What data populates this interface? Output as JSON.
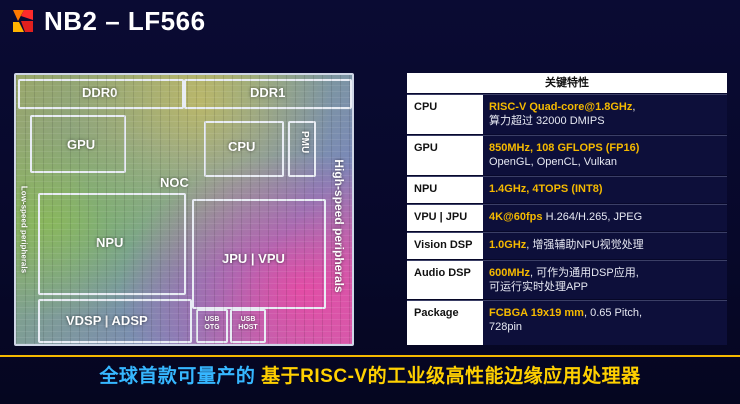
{
  "header": {
    "title": "NB2 – LF566"
  },
  "die": {
    "ddr0": "DDR0",
    "ddr1": "DDR1",
    "gpu": "GPU",
    "cpu": "CPU",
    "pmu": "PMU",
    "noc": "NOC",
    "npu": "NPU",
    "jpu_vpu": "JPU | VPU",
    "vdsp_adsp": "VDSP | ADSP",
    "usb_otg_1": "USB",
    "usb_otg_2": "OTG",
    "usb_host_1": "USB",
    "usb_host_2": "HOST",
    "low_speed": "Low-speed peripherals",
    "high_speed": "High-speed peripherals"
  },
  "specs": {
    "header": "关键特性",
    "rows": [
      {
        "key": "CPU",
        "hl": "RISC-V Quad-core@1.8GHz",
        "rest": ",",
        "line2": "算力超过 32000 DMIPS"
      },
      {
        "key": "GPU",
        "hl": "850MHz, 108 GFLOPS (FP16)",
        "rest": "",
        "line2": "OpenGL, OpenCL, Vulkan"
      },
      {
        "key": "NPU",
        "hl": "1.4GHz, 4TOPS (INT8)",
        "rest": "",
        "line2": ""
      },
      {
        "key": "VPU | JPU",
        "hl": "4K@60fps",
        "rest": " H.264/H.265, JPEG",
        "line2": ""
      },
      {
        "key": "Vision DSP",
        "hl": "1.0GHz",
        "rest": ", 增强辅助NPU视觉处理",
        "line2": ""
      },
      {
        "key": "Audio DSP",
        "hl": "600MHz",
        "rest": ", 可作为通用DSP应用,",
        "line2": "可运行实时处理APP"
      },
      {
        "key": "Package",
        "hl": "FCBGA 19x19 mm",
        "rest": ", 0.65 Pitch,",
        "line2": "728pin"
      }
    ]
  },
  "banner": {
    "part1": "全球首款可量产的",
    "part2": " 基于RISC-V的工业级高性能边缘应用处理器"
  },
  "colors": {
    "highlight": "#f5b900",
    "banner_blue": "#36b7ff",
    "banner_yellow": "#ffd000"
  }
}
